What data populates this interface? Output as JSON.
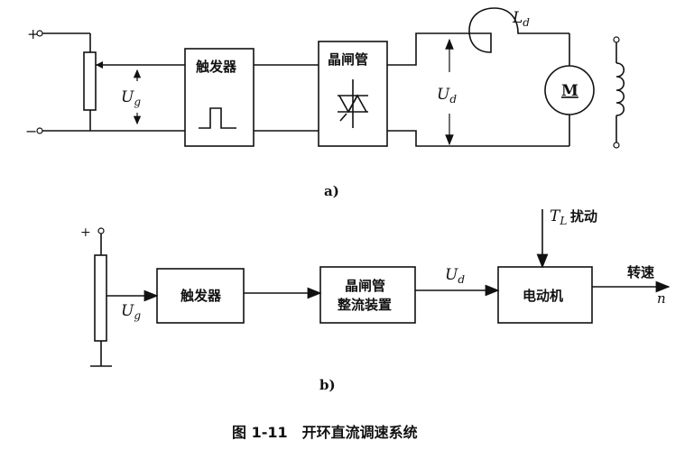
{
  "part_a": {
    "terminal_plus": "+",
    "terminal_minus": "−",
    "ug_label": "U",
    "ug_sub": "g",
    "trigger_label": "触发器",
    "thyristor_label": "晶闸管",
    "ud_label": "U",
    "ud_sub": "d",
    "ld_label": "L",
    "ld_sub": "d",
    "motor_label": "M",
    "caption": "a)"
  },
  "part_b": {
    "terminal_plus": "+",
    "ug_label": "U",
    "ug_sub": "g",
    "trigger_label": "触发器",
    "rectifier_line1": "晶闸管",
    "rectifier_line2": "整流装置",
    "ud_label": "U",
    "ud_sub": "d",
    "motor_label": "电动机",
    "tl_label": "T",
    "tl_sub": "L",
    "disturbance_label": "扰动",
    "speed_label": "转速",
    "n_label": "n",
    "caption": "b)"
  },
  "figure_caption": "图 1-11　开环直流调速系统"
}
